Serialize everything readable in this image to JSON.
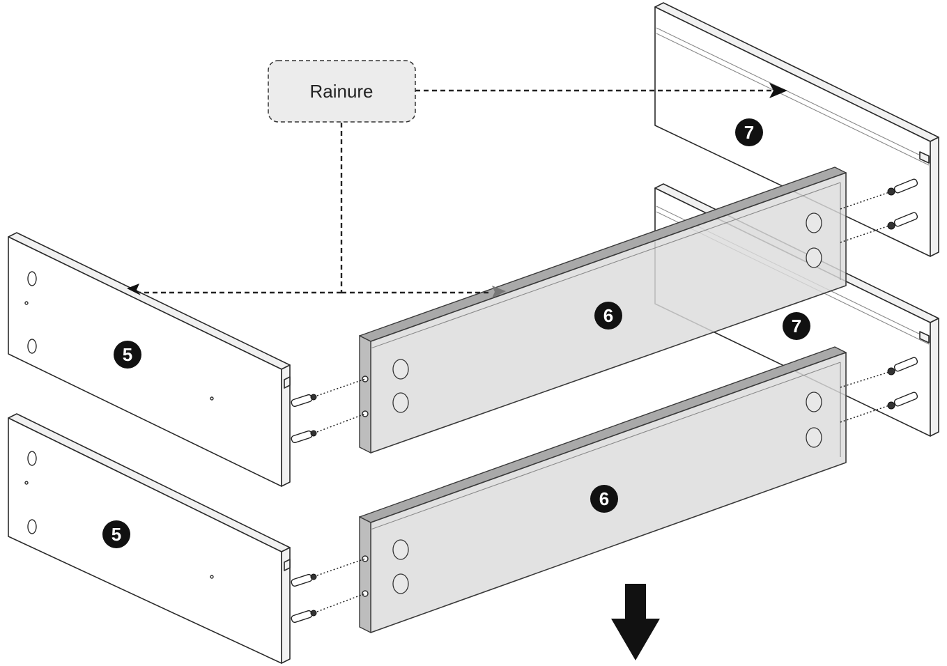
{
  "callout": {
    "label": "Rainure"
  },
  "parts": {
    "front_top": "5",
    "front_bottom": "5",
    "side_top": "6",
    "side_bottom": "6",
    "back_top": "7",
    "back_middle": "7"
  },
  "icons": {
    "direction_arrow": "arrow-down-icon",
    "connector": "cam-bolt-icon"
  },
  "colors": {
    "ink": "#111111",
    "side_panel": "#dcdcdc",
    "callout_fill": "#ececec"
  }
}
